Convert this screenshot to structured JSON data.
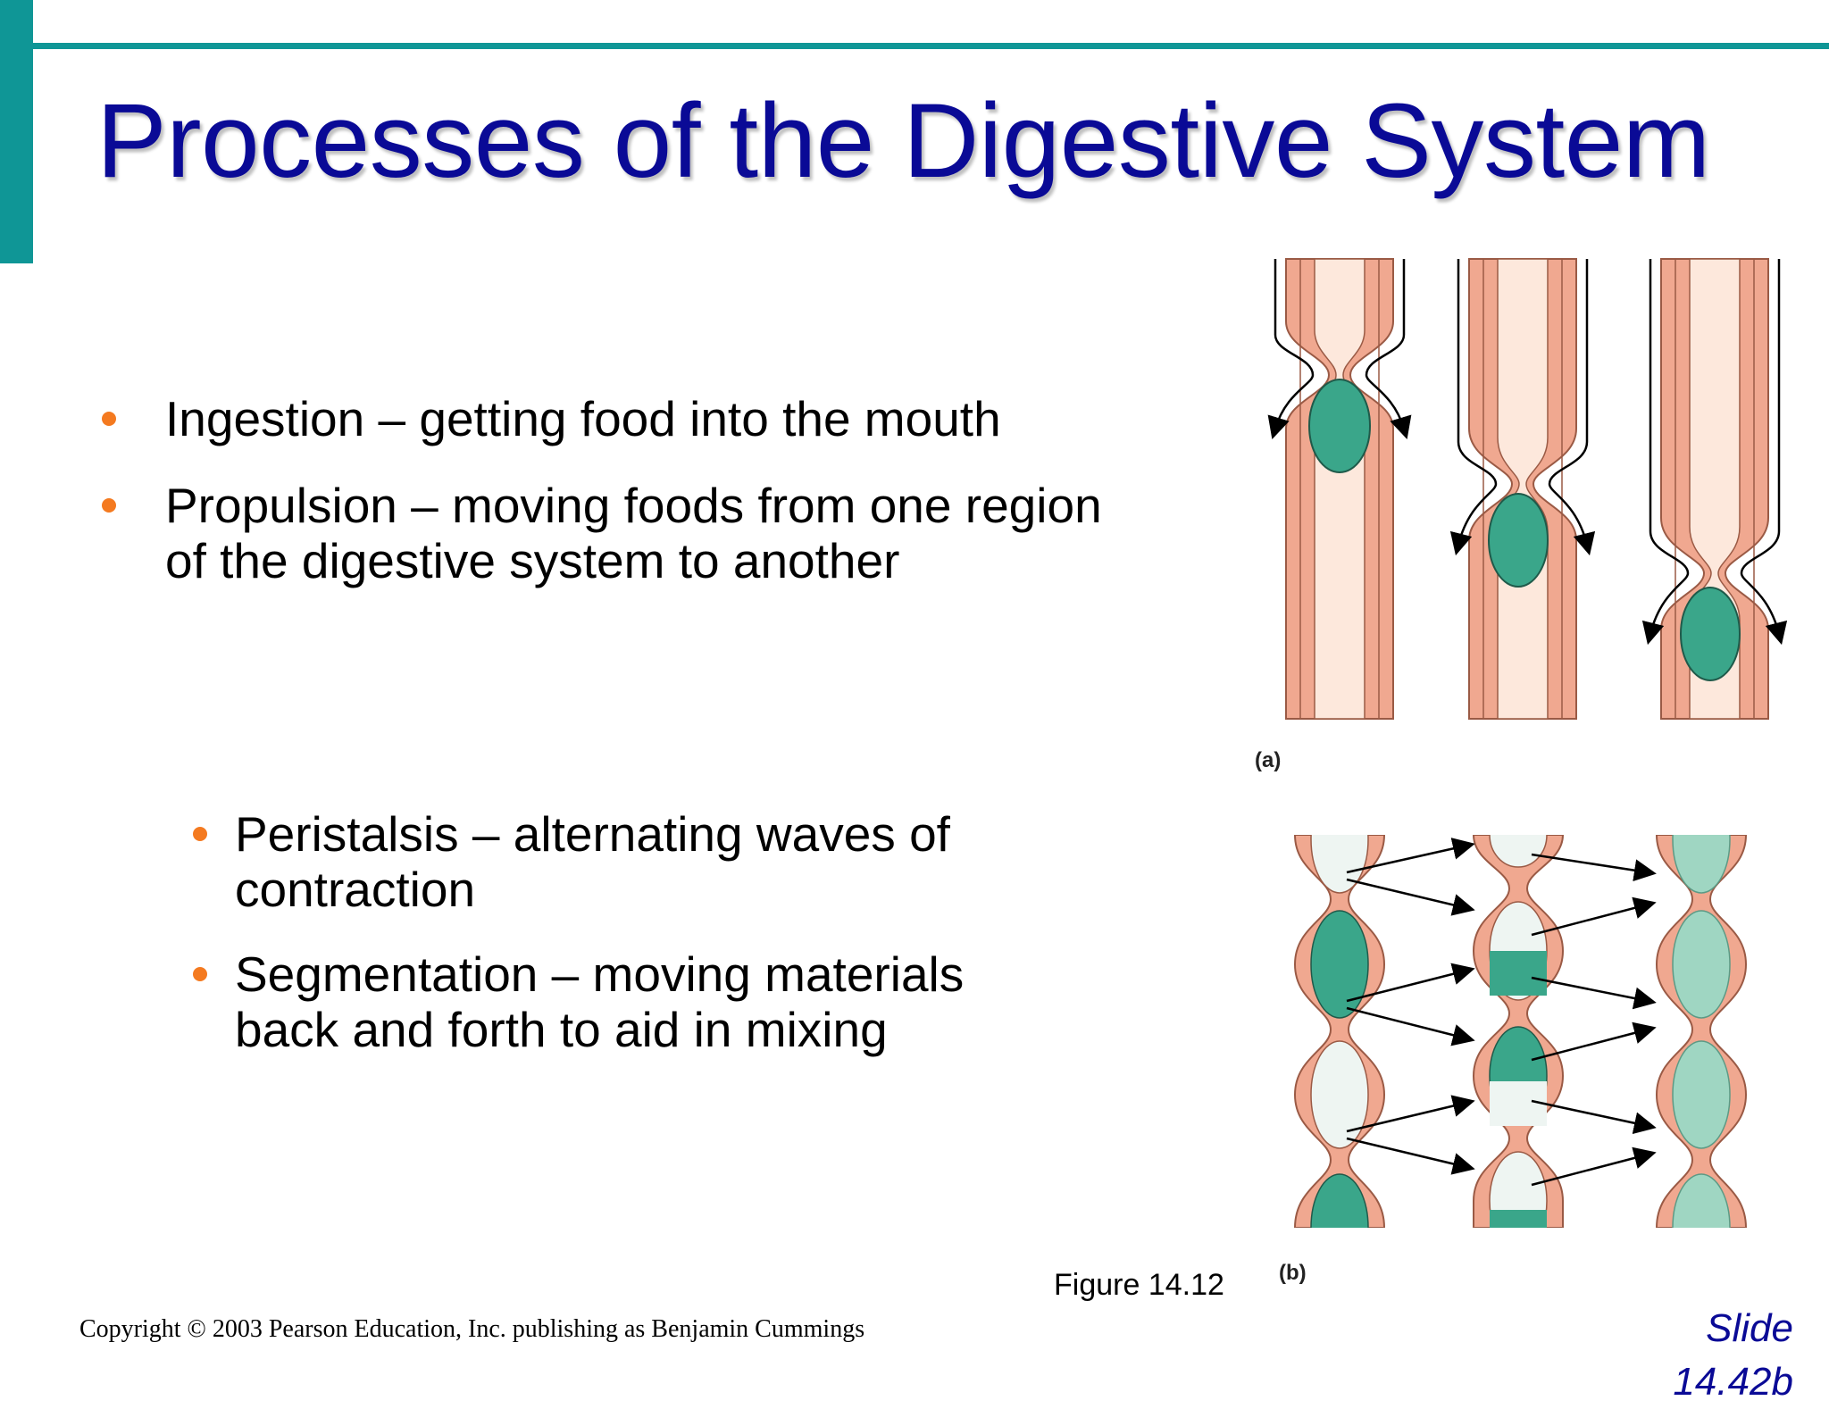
{
  "slide": {
    "title": "Processes of the Digestive System",
    "bullets": [
      {
        "text": "Ingestion – getting food into the mouth"
      },
      {
        "line1": "Propulsion – moving foods from one region",
        "line2": "of the digestive system to another"
      }
    ],
    "sub_bullets": [
      {
        "line1": "Peristalsis – alternating waves of",
        "line2": "contraction"
      },
      {
        "line1": "Segmentation – moving materials",
        "line2": "back and forth to aid in mixing"
      }
    ],
    "figure": {
      "label_a": "(a)",
      "label_b": "(b)",
      "caption": "Figure 14.12"
    },
    "copyright": "Copyright © 2003 Pearson Education, Inc. publishing as Benjamin Cummings",
    "slide_number": {
      "line1": "Slide",
      "line2": "14.42b"
    }
  },
  "colors": {
    "accent": "#0f9696",
    "title": "#0a0a96",
    "bullet": "#f47a20",
    "tube_wall": "#f0a890",
    "tube_lumen": "#fde8dc",
    "bolus": "#3aa68a",
    "light_bolus": "#9fd6c2"
  }
}
